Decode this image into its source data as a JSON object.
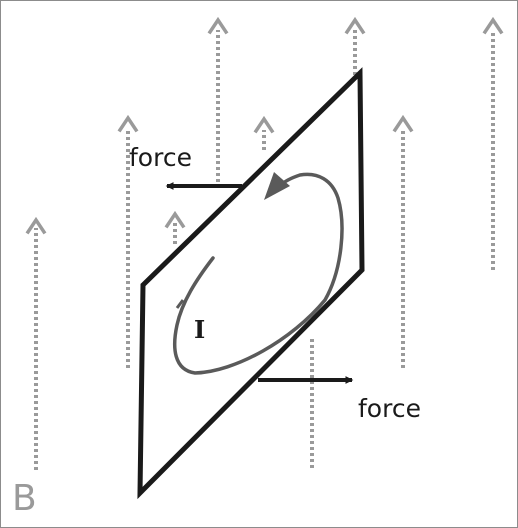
{
  "labels": {
    "force_top": "force",
    "force_bottom": "force",
    "current": "I",
    "field": "B"
  },
  "colors": {
    "field_lines": "#9a9a9a",
    "loop_frame": "#1a1a1a",
    "current_path": "#5a5a5a",
    "force_arrows": "#1a1a1a",
    "field_label": "#9a9a9a",
    "background": "#ffffff"
  },
  "icons": {
    "field_arrowhead": "chevron-up-icon",
    "force_arrowhead": "arrow-icon"
  }
}
